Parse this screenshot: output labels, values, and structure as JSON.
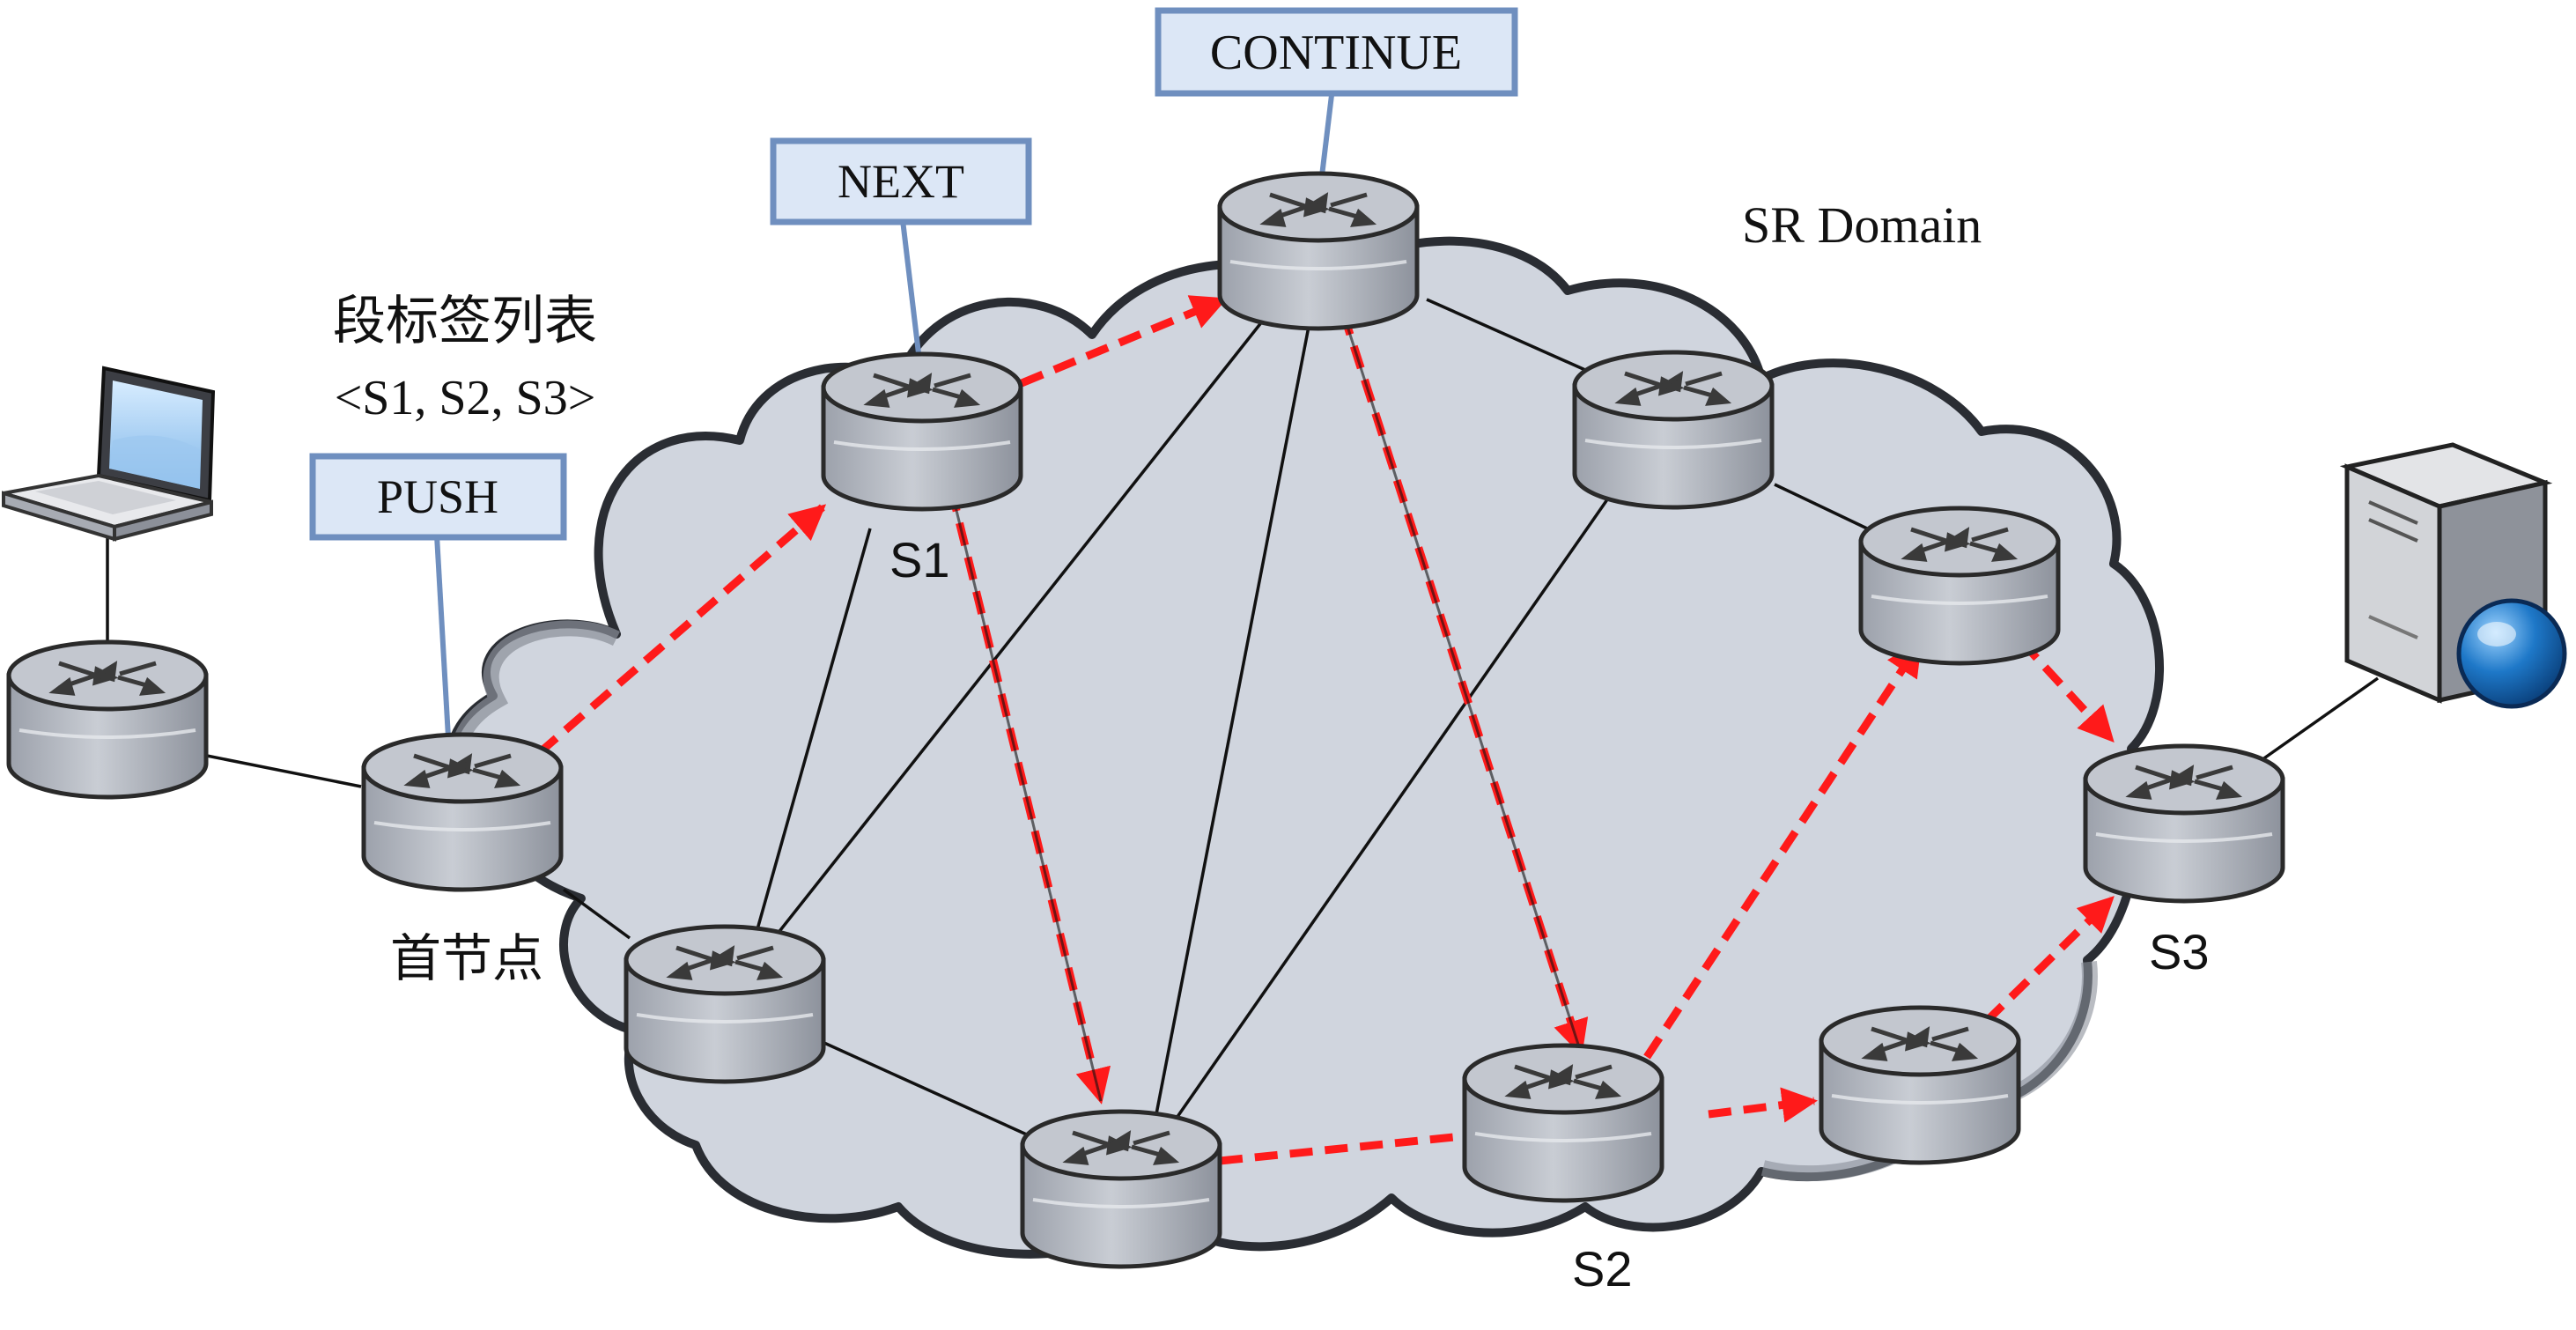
{
  "labels": {
    "push": "PUSH",
    "next": "NEXT",
    "continue": "CONTINUE",
    "domain": "SR Domain",
    "segment_list_title": "段标签列表",
    "segment_list": "<S1, S2, S3>",
    "head_node": "首节点",
    "s1": "S1",
    "s2": "S2",
    "s3": "S3"
  },
  "colors": {
    "cloud_fill": "#d0d5de",
    "cloud_outline": "#8a8f99",
    "path_red": "#ff1a1a",
    "label_box_fill": "#dce7f6",
    "label_box_stroke": "#6f8fbf",
    "server_globe": "#1e78c8"
  },
  "icons": [
    "laptop-icon",
    "router-icon",
    "server-icon",
    "globe-icon",
    "cloud-icon"
  ]
}
